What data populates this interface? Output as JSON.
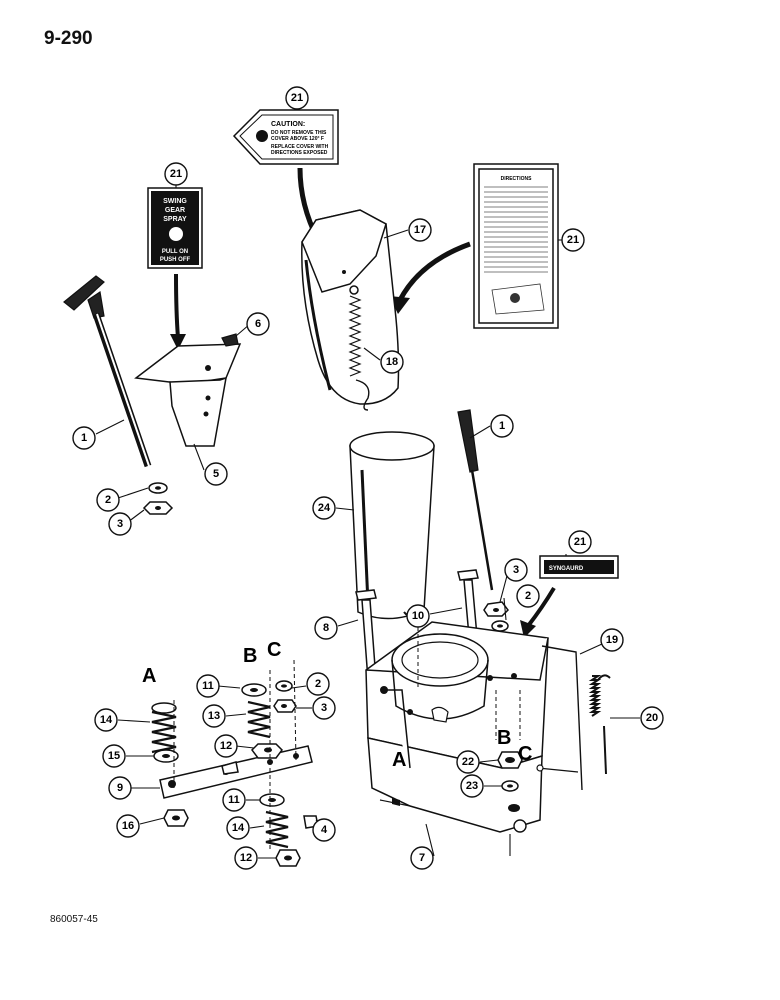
{
  "page_number": "9-290",
  "figure_code": "860057-45",
  "decals": {
    "swing_gear": {
      "line1": "SWING",
      "line2": "GEAR",
      "line3": "SPRAY",
      "pull": "PULL  ON",
      "push": "PUSH  OFF"
    },
    "caution": {
      "title": "CAUTION:",
      "line1": "DO NOT REMOVE THIS",
      "line2": "COVER ABOVE 120° F",
      "line3": "REPLACE COVER WITH",
      "line4": "DIRECTIONS EXPOSED"
    },
    "instructions": {
      "title": "DIRECTIONS"
    },
    "small": {
      "brand": "SYNGAURD"
    }
  },
  "alignment_letters": {
    "top": [
      "A",
      "B",
      "C"
    ],
    "bottom": [
      "A",
      "B",
      "C"
    ]
  },
  "callouts": [
    "1",
    "2",
    "3",
    "4",
    "5",
    "6",
    "7",
    "8",
    "9",
    "10",
    "11",
    "12",
    "13",
    "14",
    "15",
    "16",
    "17",
    "18",
    "19",
    "20",
    "21",
    "22",
    "23",
    "24"
  ],
  "icons": {
    "arrow": "pointer-arrow-icon"
  }
}
